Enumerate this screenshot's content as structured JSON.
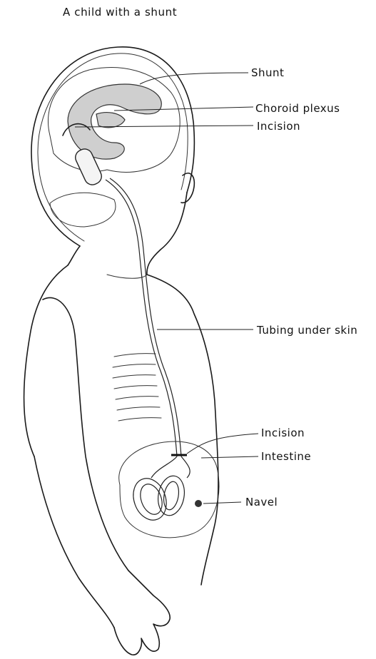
{
  "title": "A child with a shunt",
  "labels": {
    "shunt": "Shunt",
    "choroid_plexus": "Choroid plexus",
    "incision_head": "Incision",
    "tubing": "Tubing under skin",
    "incision_abdomen": "Incision",
    "intestine": "Intestine",
    "navel": "Navel"
  }
}
